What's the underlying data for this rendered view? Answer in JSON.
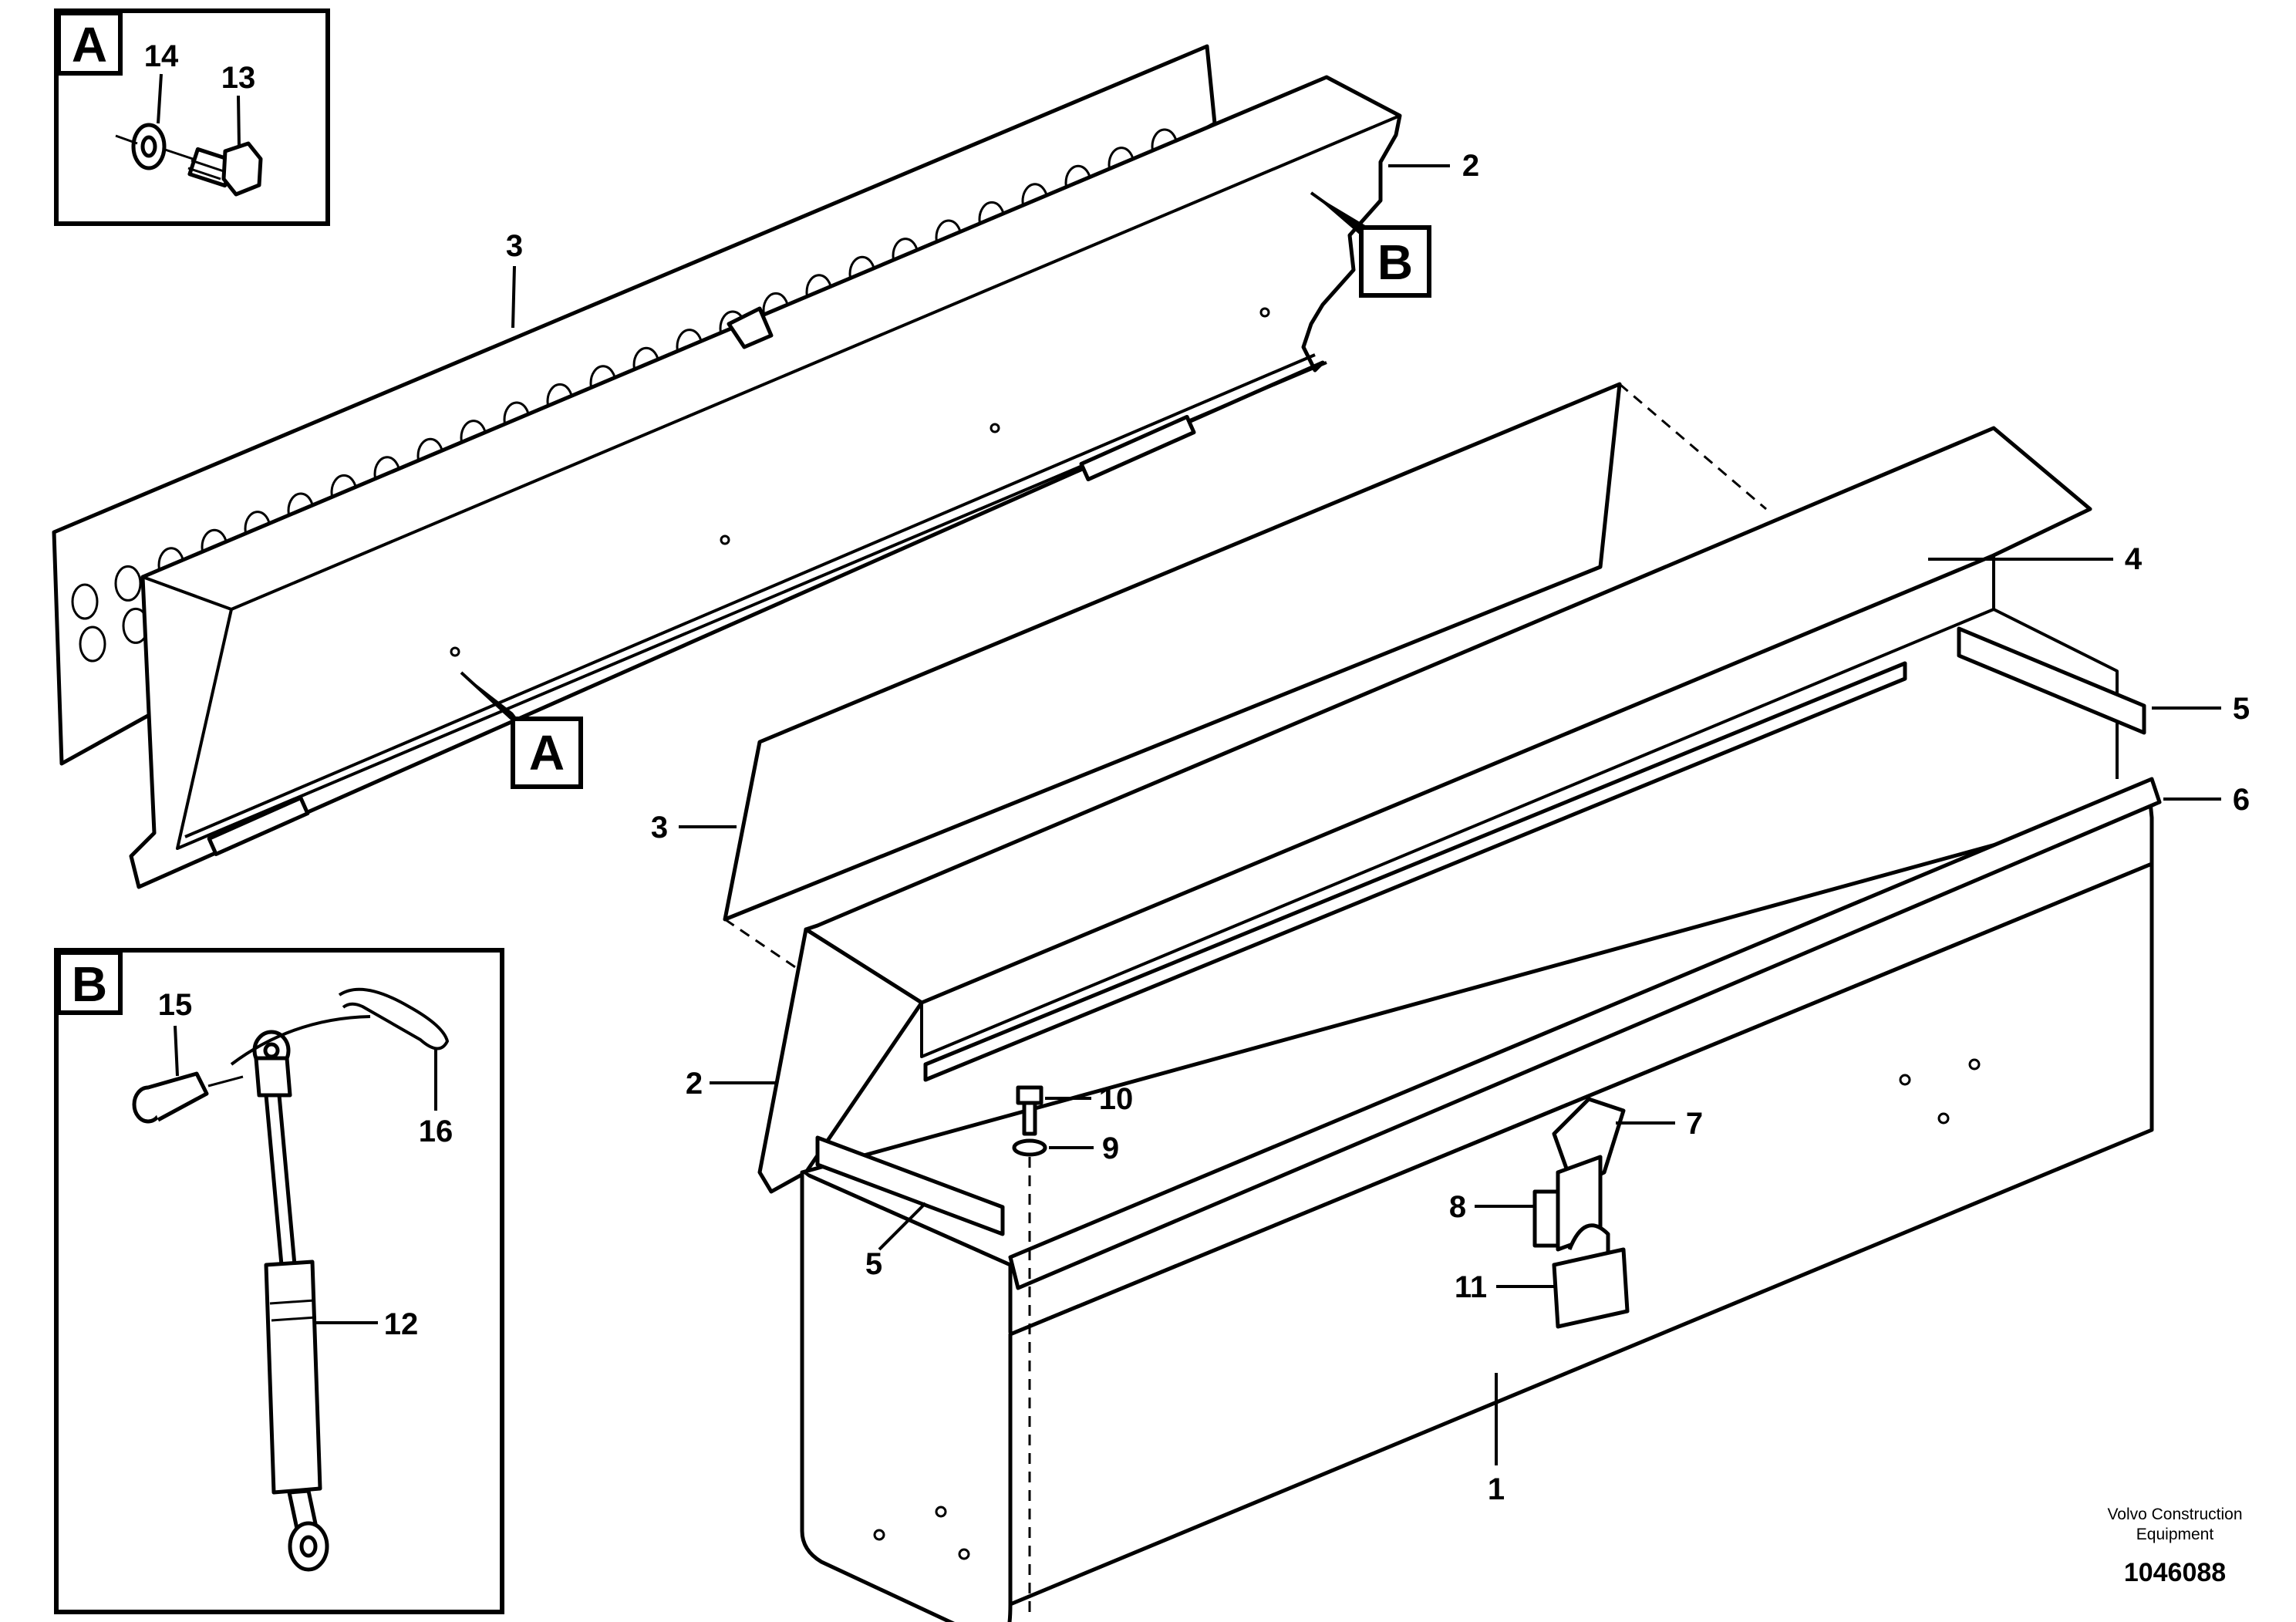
{
  "detail_views": [
    {
      "letter": "A",
      "items": [
        "14",
        "13"
      ]
    },
    {
      "letter": "B",
      "items": [
        "15",
        "16",
        "12"
      ]
    }
  ],
  "reference_markers": [
    "A",
    "B"
  ],
  "callouts": {
    "c1": "1",
    "c2a": "2",
    "c2b": "2",
    "c3a": "3",
    "c3b": "3",
    "c4": "4",
    "c5a": "5",
    "c5b": "5",
    "c6": "6",
    "c7": "7",
    "c8": "8",
    "c9": "9",
    "c10": "10",
    "c11": "11",
    "c12": "12",
    "c13": "13",
    "c14": "14",
    "c15": "15",
    "c16": "16"
  },
  "credit": {
    "line1": "Volvo Construction",
    "line2": "Equipment"
  },
  "document_number": "1046088"
}
